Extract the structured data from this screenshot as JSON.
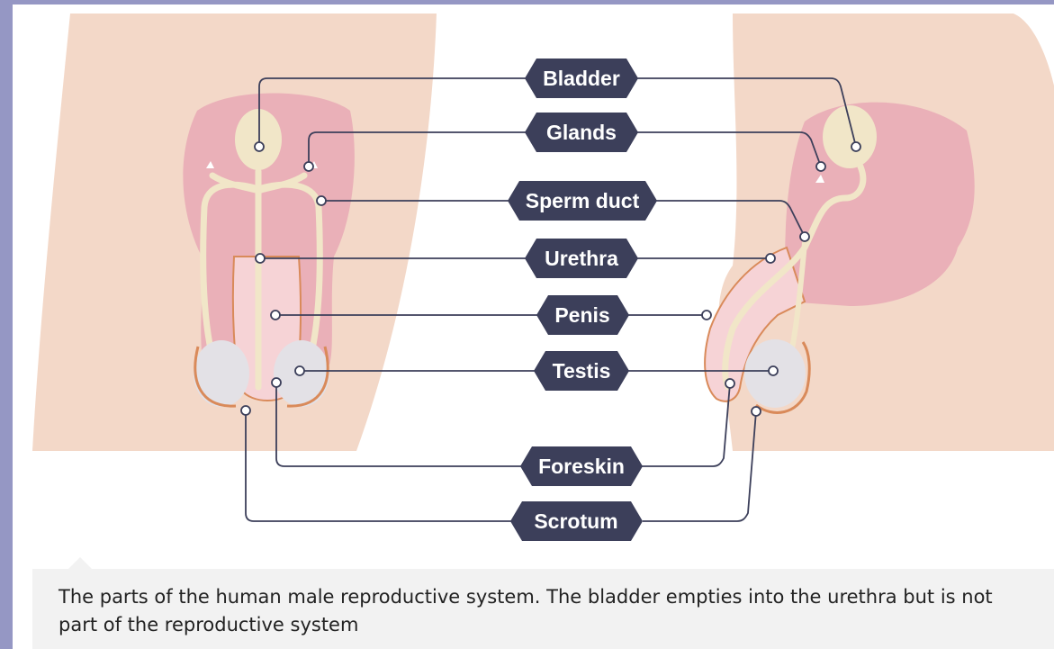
{
  "labels": {
    "bladder": "Bladder",
    "glands": "Glands",
    "sperm_duct": "Sperm duct",
    "urethra": "Urethra",
    "penis": "Penis",
    "testis": "Testis",
    "foreskin": "Foreskin",
    "scrotum": "Scrotum"
  },
  "caption": "The parts of the human male reproductive system. The bladder empties into the urethra but is not part of the reproductive system",
  "colors": {
    "page_border": "#9597c4",
    "skin": "#f3d8c8",
    "organ_pink": "#eab0b8",
    "organ_light": "#f6d3d6",
    "duct_cream": "#f1e6c8",
    "testis_grey": "#e3e1e6",
    "outline_orange": "#d98a5a",
    "label_bg": "#3c3f5a",
    "leader_line": "#3c3f5a",
    "caption_bg": "#f2f2f2"
  }
}
